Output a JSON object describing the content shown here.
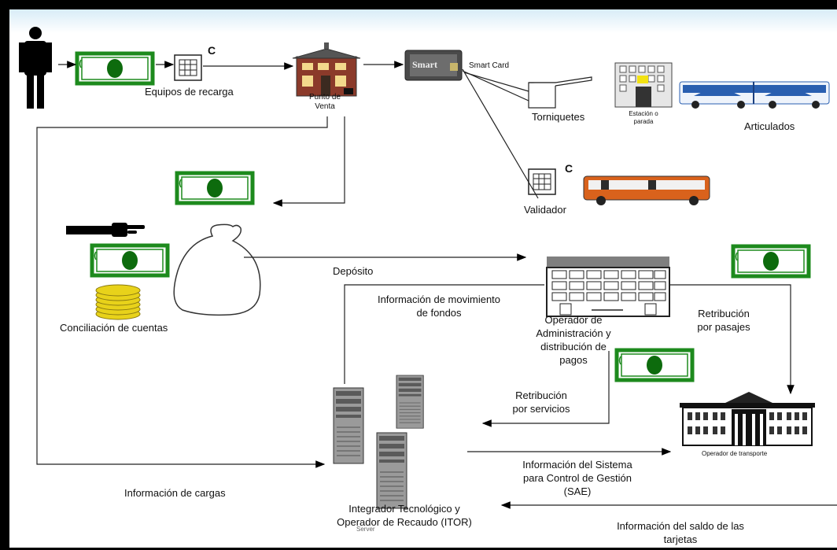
{
  "labels": {
    "equipos": "Equipos de recarga",
    "c1": "C",
    "punto": [
      "Punto de",
      "Venta"
    ],
    "smart_card": "Smart Card",
    "smart_chip": "Smart",
    "torniquetes": "Torniquetes",
    "estacion": [
      "Estación o",
      "parada"
    ],
    "articulados": "Articulados",
    "c2": "C",
    "validador": "Validador",
    "deposito": "Depósito",
    "conciliacion": "Conciliación de cuentas",
    "info_mov": [
      "Información de movimiento",
      "de fondos"
    ],
    "operador_admin": [
      "Operador de",
      "Administración y",
      "distribución de",
      "pagos"
    ],
    "retrib_pasajes": [
      "Retribución",
      "por pasajes"
    ],
    "retrib_servicios": [
      "Retribución",
      "por servicios"
    ],
    "operador_transporte": "Operador de transporte",
    "info_sistema": [
      "Información del Sistema",
      "para Control de Gestión",
      "(SAE)"
    ],
    "info_cargas": "Información de cargas",
    "itor": [
      "Integrador Tecnológico y",
      "Operador de Recaudo (ITOR)"
    ],
    "server_tag": "Server",
    "info_saldo": [
      "Información del saldo de las",
      "tarjetas"
    ]
  },
  "icons": [
    "person-icon",
    "banknote-icon",
    "card-reader-icon",
    "store-icon",
    "smart-card-icon",
    "turnstile-icon",
    "station-building-icon",
    "articulated-bus-icon",
    "validator-icon",
    "bus-icon",
    "pointing-hand-icon",
    "money-bag-icon",
    "coin-stack-icon",
    "office-building-icon",
    "server-icon",
    "government-building-icon"
  ],
  "colors": {
    "banknote_border": "#1d8a1d",
    "banknote_oval": "#0d6b0d",
    "coins": "#e8d21a",
    "bus_orange": "#d9621c",
    "bus_blue": "#2a5fb0"
  }
}
